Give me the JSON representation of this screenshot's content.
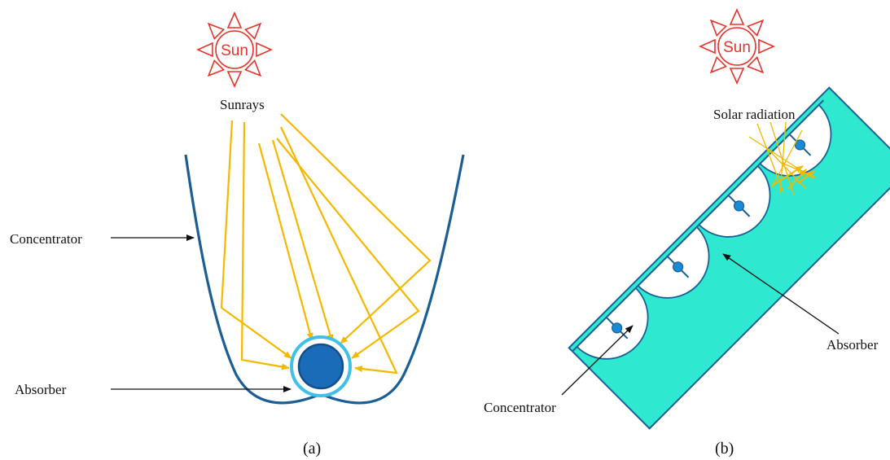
{
  "colors": {
    "sun": "#e8332a",
    "ray": "#f5b800",
    "concentrator": "#1b5e96",
    "absorber_ring": "#3ec0e8",
    "absorber_core": "#1a6bb8",
    "collector_fill": "#2ee8cf",
    "text": "#111111"
  },
  "panel_a": {
    "sun_label": "Sun",
    "sun_icon": "sun-icon",
    "sunrays_label": "Sunrays",
    "concentrator_label": "Concentrator",
    "absorber_label": "Absorber",
    "caption": "(a)"
  },
  "panel_b": {
    "sun_label": "Sun",
    "sun_icon": "sun-icon",
    "radiation_label": "Solar radiation",
    "absorber_label": "Absorber",
    "concentrator_label": "Concentrator",
    "caption": "(b)"
  }
}
